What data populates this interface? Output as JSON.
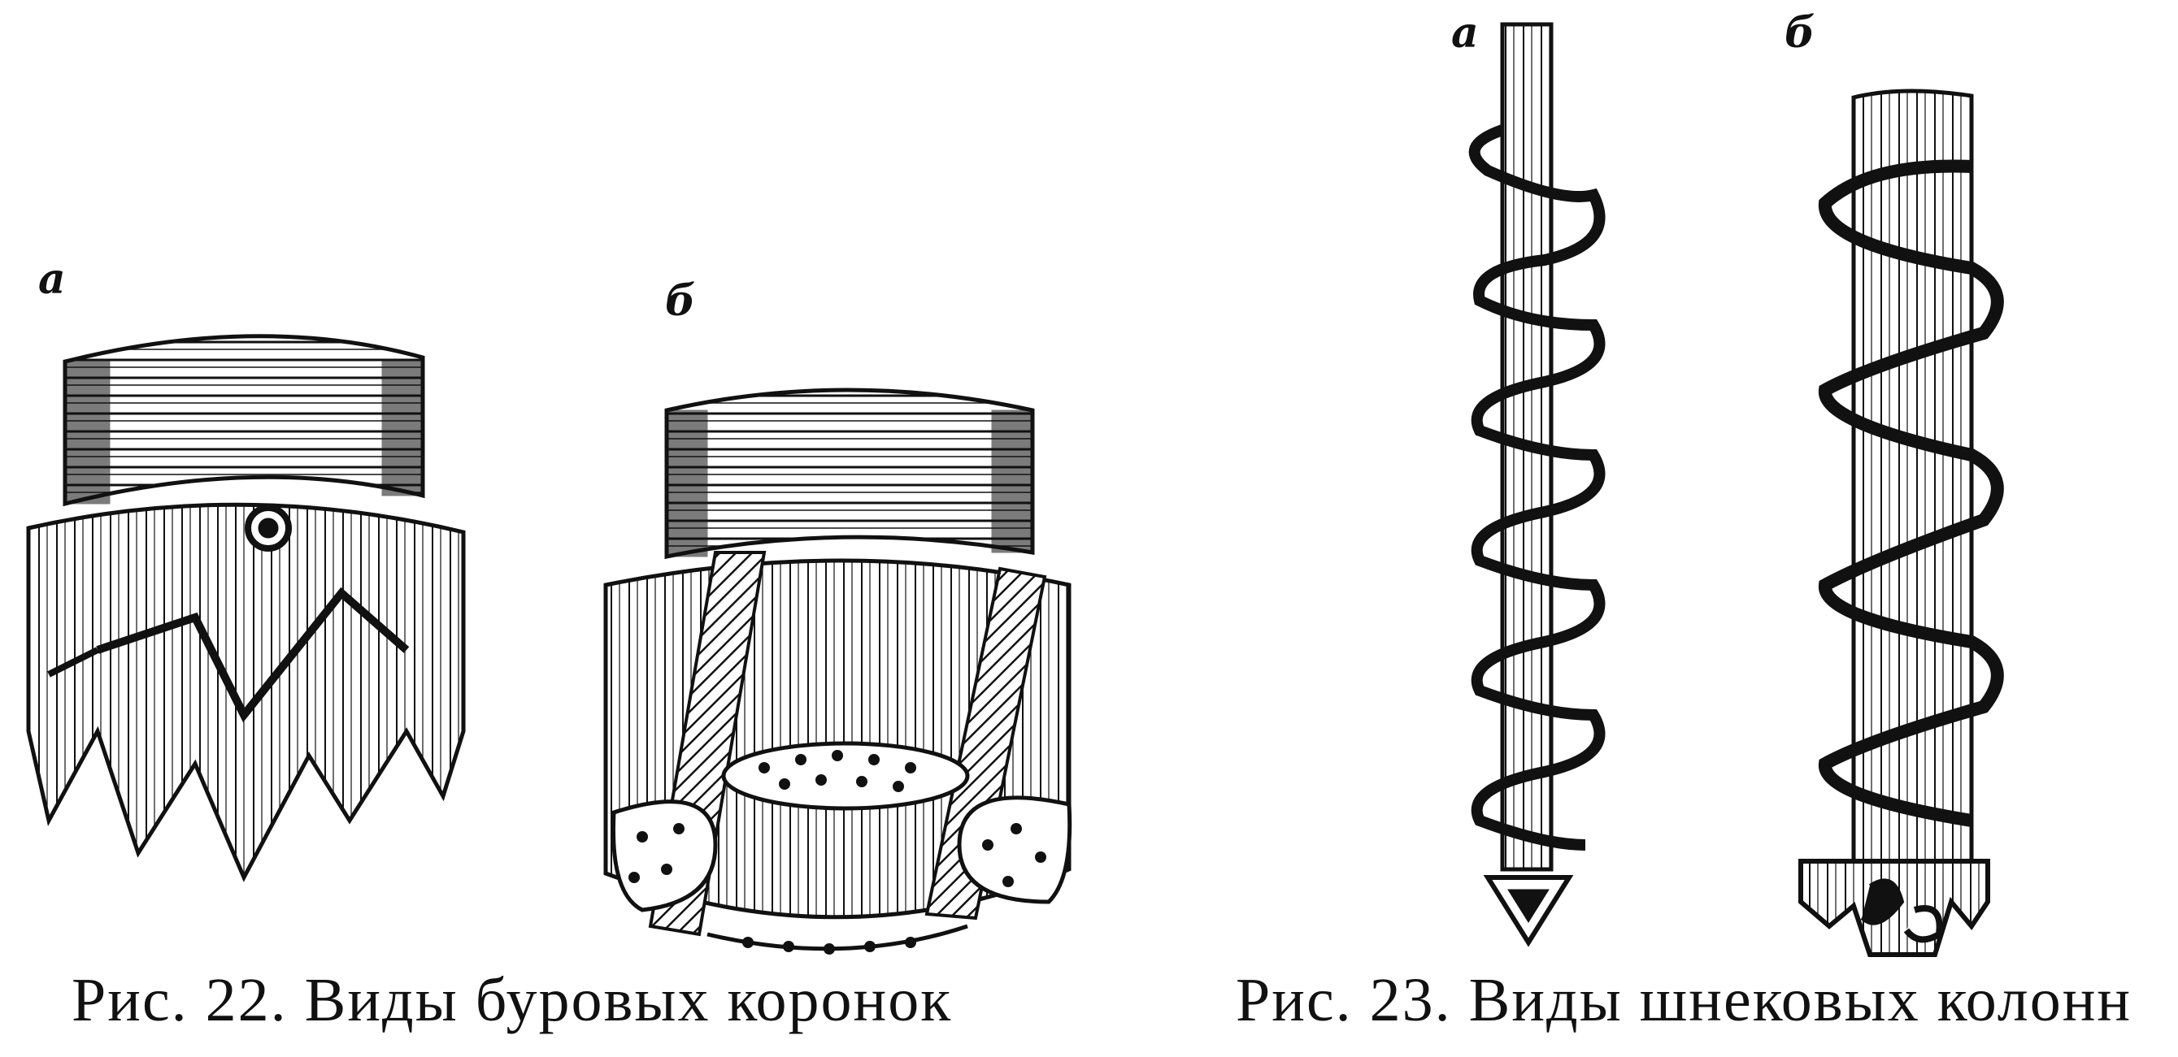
{
  "figure22": {
    "label_a": "а",
    "label_b": "б",
    "caption": "Рис. 22. Виды буровых коронок"
  },
  "figure23": {
    "label_a": "а",
    "label_b": "б",
    "caption": "Рис. 23. Виды шнековых колонн"
  }
}
